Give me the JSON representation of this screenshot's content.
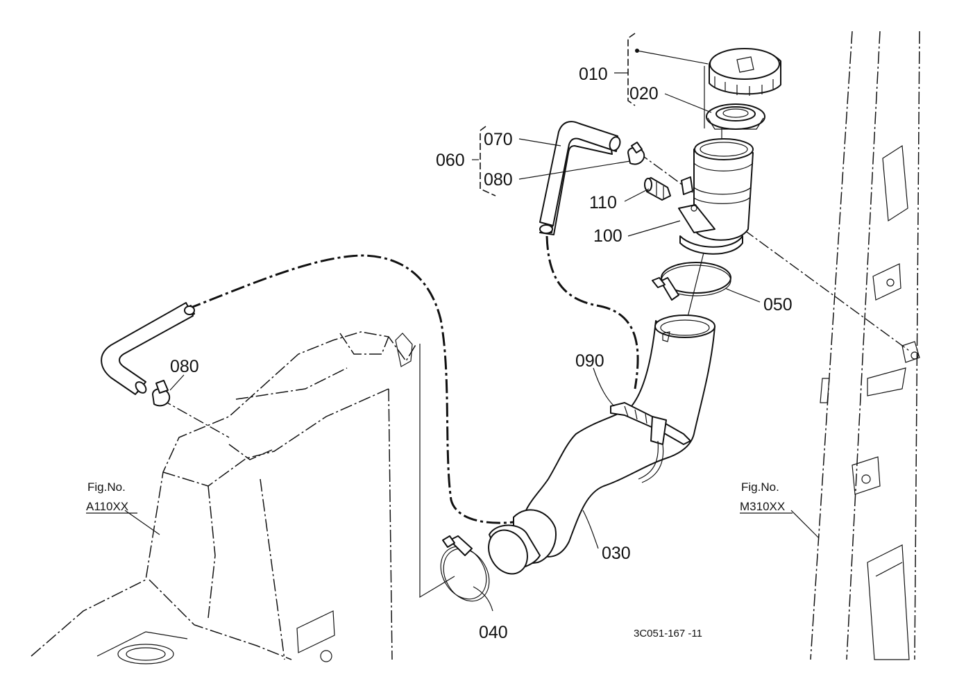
{
  "diagram_code": "3C051-167 -11",
  "part_labels": {
    "p010": "010",
    "p020": "020",
    "p030": "030",
    "p040": "040",
    "p050": "050",
    "p060": "060",
    "p070": "070",
    "p080_top": "080",
    "p080_left": "080",
    "p090": "090",
    "p100": "100",
    "p110": "110"
  },
  "fig_refs": {
    "left": {
      "title": "Fig.No.",
      "number": "A110XX"
    },
    "right": {
      "title": "Fig.No.",
      "number": "M310XX"
    }
  }
}
